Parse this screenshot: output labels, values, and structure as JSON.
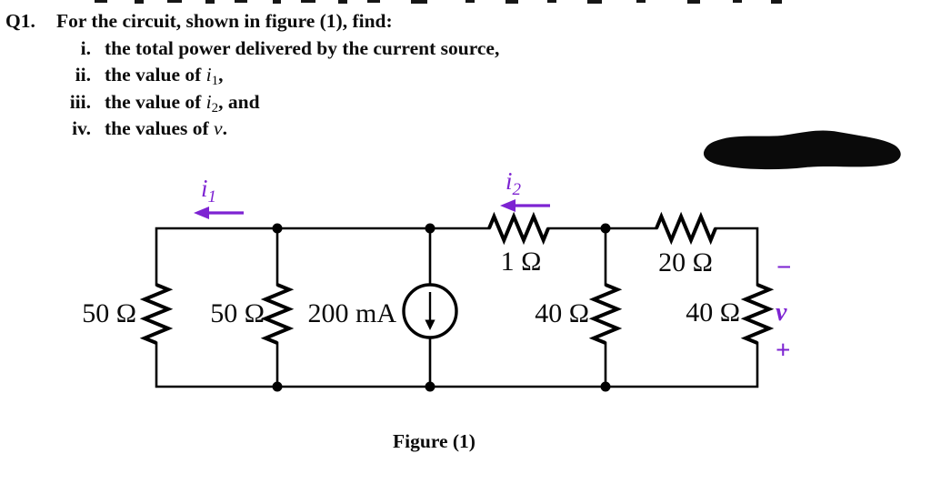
{
  "question": {
    "number": "Q1.",
    "intro": "For the circuit, shown in figure (1), find:",
    "items": [
      {
        "numeral": "i.",
        "prefix": "the total power delivered by the current source,",
        "variable": "",
        "subscript": "",
        "suffix": ""
      },
      {
        "numeral": "ii.",
        "prefix": "the value of ",
        "variable": "i",
        "subscript": "1",
        "suffix": ","
      },
      {
        "numeral": "iii.",
        "prefix": "the value of ",
        "variable": "i",
        "subscript": "2",
        "suffix": ", and"
      },
      {
        "numeral": "iv.",
        "prefix": "the values of ",
        "variable": "v",
        "subscript": "",
        "suffix": "."
      }
    ]
  },
  "circuit": {
    "components": {
      "resistor_left": "50 Ω",
      "resistor_mid": "50 Ω",
      "current_source": "200 mA",
      "resistor_1ohm": "1 Ω",
      "resistor_40_mid": "40 Ω",
      "resistor_20": "20 Ω",
      "resistor_40_right": "40 Ω"
    },
    "annotations": {
      "i1": {
        "variable": "i",
        "subscript": "1"
      },
      "i2": {
        "variable": "i",
        "subscript": "2"
      },
      "v_minus": "−",
      "v_label": "v",
      "v_plus": "+"
    },
    "colors": {
      "annotation_purple": "#7D23D2",
      "wire_black": "#000000"
    }
  },
  "caption": "Figure (1)"
}
